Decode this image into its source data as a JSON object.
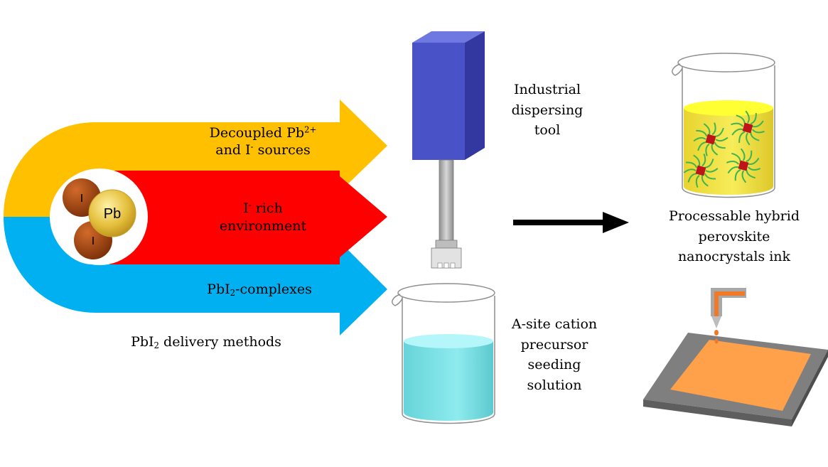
{
  "arrows": {
    "decoupled": {
      "line1_main": "Decoupled Pb",
      "line1_sup": "2+",
      "line2_pre": "and I",
      "line2_sup": "-",
      "line2_post": " sources"
    },
    "iodide": {
      "line1_pre": "I",
      "line1_sup": "-",
      "line1_post": " rich",
      "line2": "environment"
    },
    "complexes": {
      "pre": "PbI",
      "sub": "2",
      "post": "-complexes"
    }
  },
  "atoms": {
    "pb": "Pb",
    "i_top": "I",
    "i_bottom": "I"
  },
  "caption": {
    "pre": "PbI",
    "sub": "2",
    "post": " delivery methods"
  },
  "tool_label": [
    "Industrial",
    "dispersing",
    "tool"
  ],
  "precursor_label": [
    "A-site cation",
    "precursor",
    "seeding",
    "solution"
  ],
  "product_label": [
    "Processable hybrid",
    "perovskite",
    "nanocrystals ink"
  ],
  "colors": {
    "yellow_arrow": "#FFC000",
    "red_arrow": "#FF0000",
    "blue_arrow": "#00B0F0",
    "tool_block": "#4A52C8",
    "seed_liquid": "#7FE3E6",
    "ink_liquid": "#F2E23A",
    "print_film": "#FFA04A",
    "nozzle": "#F07A28"
  }
}
